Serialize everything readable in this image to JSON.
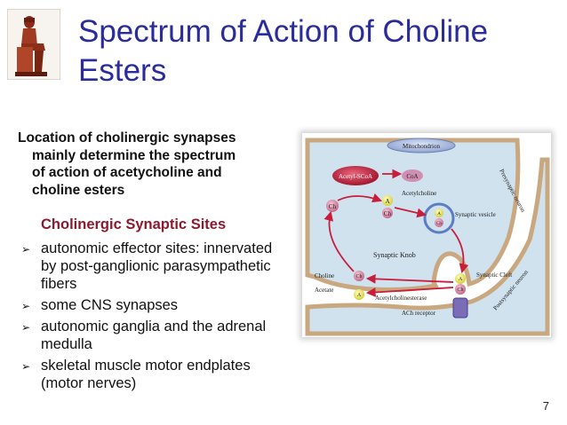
{
  "slide": {
    "title_line1": "Spectrum of Action of Choline",
    "title_line2": "Esters",
    "lead_line1": "Location of cholinergic synapses",
    "lead_line2": "mainly determine the spectrum",
    "lead_line3": "of action of acetycholine and",
    "lead_line4": "choline esters",
    "subheading": "Cholinergic Synaptic Sites",
    "bullets": [
      {
        "line1": "autonomic effector sites: innervated",
        "line2": "by post-ganglionic parasympathetic",
        "line3": "fibers"
      },
      {
        "line1": "some CNS synapses"
      },
      {
        "line1": "autonomic ganglia and the adrenal",
        "line2": "medulla"
      },
      {
        "line1": "skeletal muscle motor endplates",
        "line2": "(motor nerves)"
      }
    ],
    "page_number": "7",
    "bullet_marker": "➢"
  },
  "figure": {
    "mitochondrion": "Mitochondrion",
    "acetyl_scoa": "Acetyl-SCoA",
    "coa": "CoA",
    "acetylcholine": "Acetylcholine",
    "ch": "Ch",
    "a": "A",
    "synaptic_vesicle": "Synaptic vesicle",
    "synaptic_knob": "Synaptic Knob",
    "choline": "Choline",
    "acetate": "Acetate",
    "acetylcholinesterase": "Acetylcholinesterase",
    "synaptic_cleft": "Synaptic Cleft",
    "ach_receptor": "ACh receptor",
    "presynaptic_neuron": "Presynaptic neuron",
    "postsynaptic_neuron": "Postsynaptic neuron"
  },
  "colors": {
    "title": "#2b2c9c",
    "subheading": "#8b1a2f",
    "pathway_arrow": "#c81e3c",
    "neuron_fill": "#cfe2ee"
  },
  "icons": {
    "logo": "egyptian-seated-statue-logo",
    "bullet": "arrowhead-bullet-icon"
  }
}
